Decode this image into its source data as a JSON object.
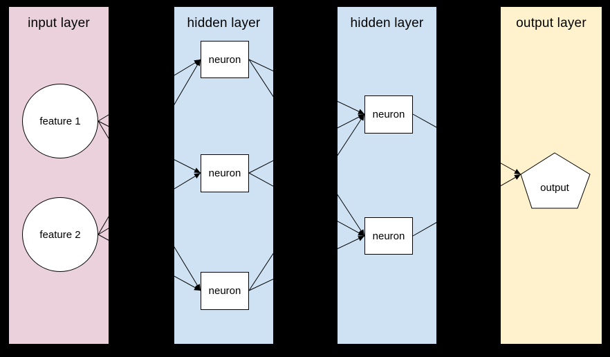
{
  "diagram": {
    "colors": {
      "background": "#000000",
      "input_panel": "#ead1dc",
      "hidden_panel": "#cfe2f3",
      "output_panel": "#fff2cc",
      "node_fill": "#ffffff",
      "line": "#000000",
      "text": "#000000"
    },
    "panels": [
      {
        "id": "input",
        "label": "input layer"
      },
      {
        "id": "hidden1",
        "label": "hidden layer"
      },
      {
        "id": "hidden2",
        "label": "hidden layer"
      },
      {
        "id": "output",
        "label": "output layer"
      }
    ],
    "nodes": [
      {
        "id": "feature1",
        "label": "feature 1",
        "shape": "circle",
        "panel": "input"
      },
      {
        "id": "feature2",
        "label": "feature 2",
        "shape": "circle",
        "panel": "input"
      },
      {
        "id": "h1n1",
        "label": "neuron",
        "shape": "rect",
        "panel": "hidden1"
      },
      {
        "id": "h1n2",
        "label": "neuron",
        "shape": "rect",
        "panel": "hidden1"
      },
      {
        "id": "h1n3",
        "label": "neuron",
        "shape": "rect",
        "panel": "hidden1"
      },
      {
        "id": "h2n1",
        "label": "neuron",
        "shape": "rect",
        "panel": "hidden2"
      },
      {
        "id": "h2n2",
        "label": "neuron",
        "shape": "rect",
        "panel": "hidden2"
      },
      {
        "id": "out1",
        "label": "output",
        "shape": "pentagon",
        "panel": "output"
      }
    ],
    "edges": [
      {
        "from": "feature1",
        "to": "h1n1"
      },
      {
        "from": "feature1",
        "to": "h1n2"
      },
      {
        "from": "feature1",
        "to": "h1n3"
      },
      {
        "from": "feature2",
        "to": "h1n1"
      },
      {
        "from": "feature2",
        "to": "h1n2"
      },
      {
        "from": "feature2",
        "to": "h1n3"
      },
      {
        "from": "h1n1",
        "to": "h2n1"
      },
      {
        "from": "h1n1",
        "to": "h2n2"
      },
      {
        "from": "h1n2",
        "to": "h2n1"
      },
      {
        "from": "h1n2",
        "to": "h2n2"
      },
      {
        "from": "h1n3",
        "to": "h2n1"
      },
      {
        "from": "h1n3",
        "to": "h2n2"
      },
      {
        "from": "h2n1",
        "to": "out1"
      },
      {
        "from": "h2n2",
        "to": "out1"
      }
    ]
  }
}
